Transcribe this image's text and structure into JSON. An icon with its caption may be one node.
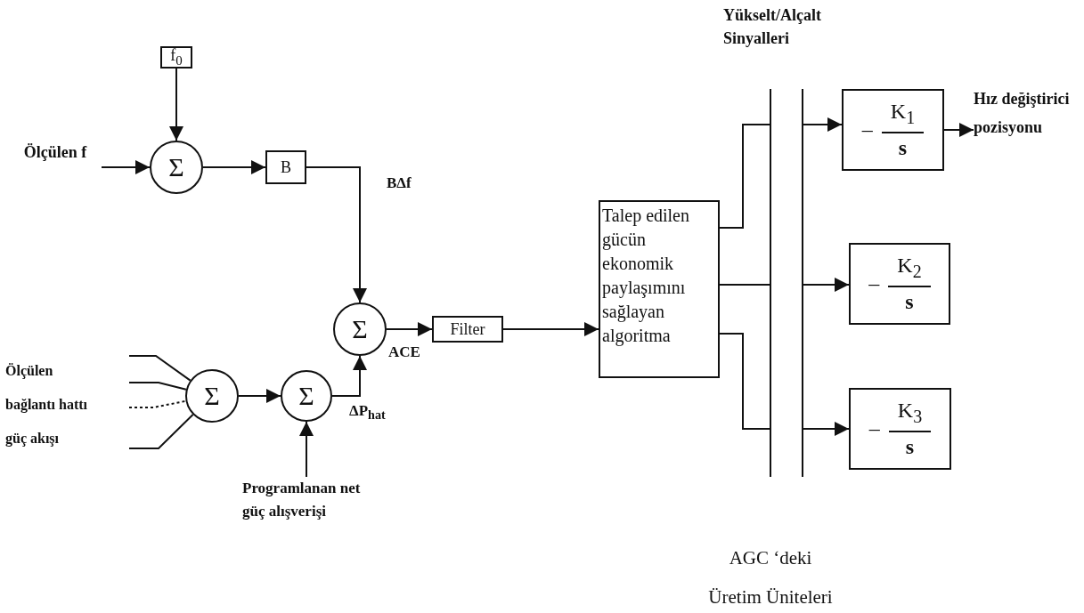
{
  "diagram": {
    "nodes": [
      {
        "text": [
          "f$_{0}$"
        ]
      },
      {
        "text": [
          "Σ"
        ]
      },
      {
        "text": [
          "B"
        ]
      },
      {
        "text": [
          "Ölçülen f"
        ]
      },
      {
        "text": [
          "Σ"
        ]
      },
      {
        "text": [
          "Filter"
        ]
      },
      {
        "text": [
          "Talep edilen gücün ekonomik paylaşımını sağlayan algoritma"
        ]
      },
      {
        "text": [
          "Σ"
        ]
      },
      {
        "text": [
          "Σ"
        ]
      },
      {
        "text": [
          "Ölçülen bağlantı hattı güç akışı"
        ]
      },
      {
        "text": [
          "Programlanan net güç alışverişi"
        ]
      },
      {
        "text": [
          "–",
          "K$_{1}$",
          "s"
        ]
      },
      {
        "text": [
          "–",
          "K$_{2}$",
          "s"
        ]
      },
      {
        "text": [
          "–",
          "K$_{3}$",
          "s"
        ]
      },
      {
        "text": [
          "Hız değiştirici pozisyonu"
        ]
      },
      {
        "text": [],
        "shape": "bar"
      }
    ],
    "edges": [
      {
        "from": 0,
        "to": 1,
        "arrow": "to"
      },
      {
        "from": 3,
        "to": 1,
        "arrow": "to"
      },
      {
        "from": 1,
        "to": 2,
        "arrow": "to"
      },
      {
        "from": 2,
        "to": 4,
        "arrow": "to",
        "label": "BΔf"
      },
      {
        "from": 4,
        "to": 5,
        "arrow": "to",
        "label": "ACE"
      },
      {
        "from": 5,
        "to": 6,
        "arrow": "to"
      },
      {
        "from": 9,
        "to": 7,
        "arrow": "none"
      },
      {
        "from": 9,
        "to": 7,
        "arrow": "none"
      },
      {
        "from": 9,
        "to": 7,
        "arrow": "none",
        "style": "dashed"
      },
      {
        "from": 9,
        "to": 7,
        "arrow": "none"
      },
      {
        "from": 7,
        "to": 8,
        "arrow": "to"
      },
      {
        "from": 8,
        "to": 4,
        "arrow": "to",
        "label": "ΔP$_{hat}$"
      },
      {
        "from": 10,
        "to": 8,
        "arrow": "to"
      },
      {
        "from": 6,
        "to": 15,
        "arrow": "none"
      },
      {
        "from": 6,
        "to": 15,
        "arrow": "none"
      },
      {
        "from": 6,
        "to": 15,
        "arrow": "none"
      },
      {
        "from": 15,
        "to": 11,
        "arrow": "to"
      },
      {
        "from": 15,
        "to": 12,
        "arrow": "to"
      },
      {
        "from": 15,
        "to": 13,
        "arrow": "to"
      },
      {
        "from": 11,
        "to": 14,
        "arrow": "to"
      }
    ],
    "labels": [
      "Yükselt/Alçalt Sinyalleri",
      "AGC ‘deki Üretim Üniteleri"
    ]
  }
}
